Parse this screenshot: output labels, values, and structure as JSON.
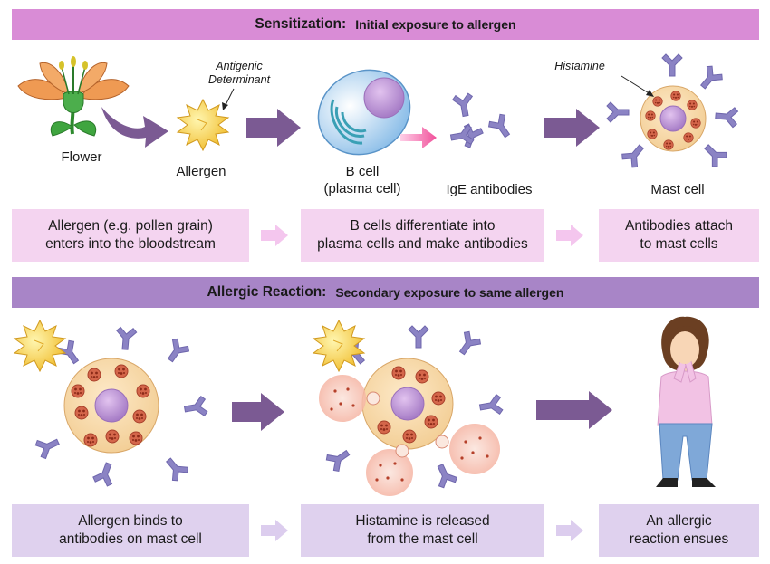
{
  "section1": {
    "title": "Sensitization:",
    "subtitle": "Initial exposure to allergen"
  },
  "section2": {
    "title": "Allergic Reaction:",
    "subtitle": "Secondary exposure to same allergen"
  },
  "labels": {
    "flower": "Flower",
    "allergen": "Allergen",
    "antigenic": "Antigenic\nDeterminant",
    "bcell": "B cell\n(plasma cell)",
    "ige": "IgE antibodies",
    "histamine": "Histamine",
    "mast": "Mast cell"
  },
  "steps1": [
    "Allergen (e.g. pollen grain)\nenters into the bloodstream",
    "B cells differentiate into\nplasma cells and make antibodies",
    "Antibodies attach\nto mast cells"
  ],
  "steps2": [
    "Allergen binds to\nantibodies on mast cell",
    "Histamine is released\nfrom the mast cell",
    "An allergic\nreaction ensues"
  ],
  "colors": {
    "banner_top": "#d98cd6",
    "banner_bottom": "#a885c7",
    "box_pink": "#f4d4f0",
    "box_lavender": "#dfd1ee",
    "arrow_dark": "#7b5a93",
    "antibody": "#8b83c4",
    "mast_body": "#f7d7a6",
    "granule": "#c24a33"
  }
}
